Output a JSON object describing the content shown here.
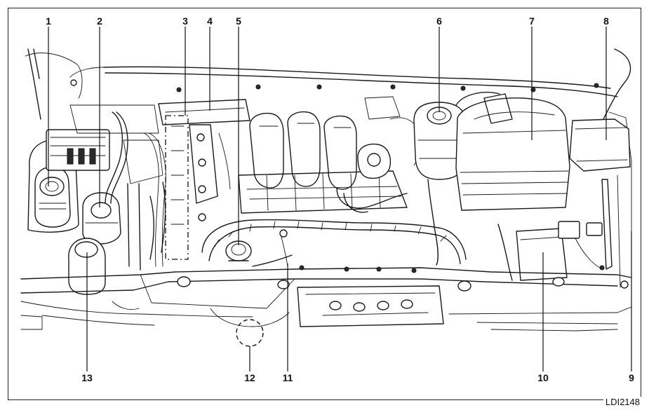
{
  "figure_code": "LDI2148",
  "callouts": [
    "1",
    "2",
    "3",
    "4",
    "5",
    "6",
    "7",
    "8",
    "9",
    "10",
    "11",
    "12",
    "13"
  ]
}
